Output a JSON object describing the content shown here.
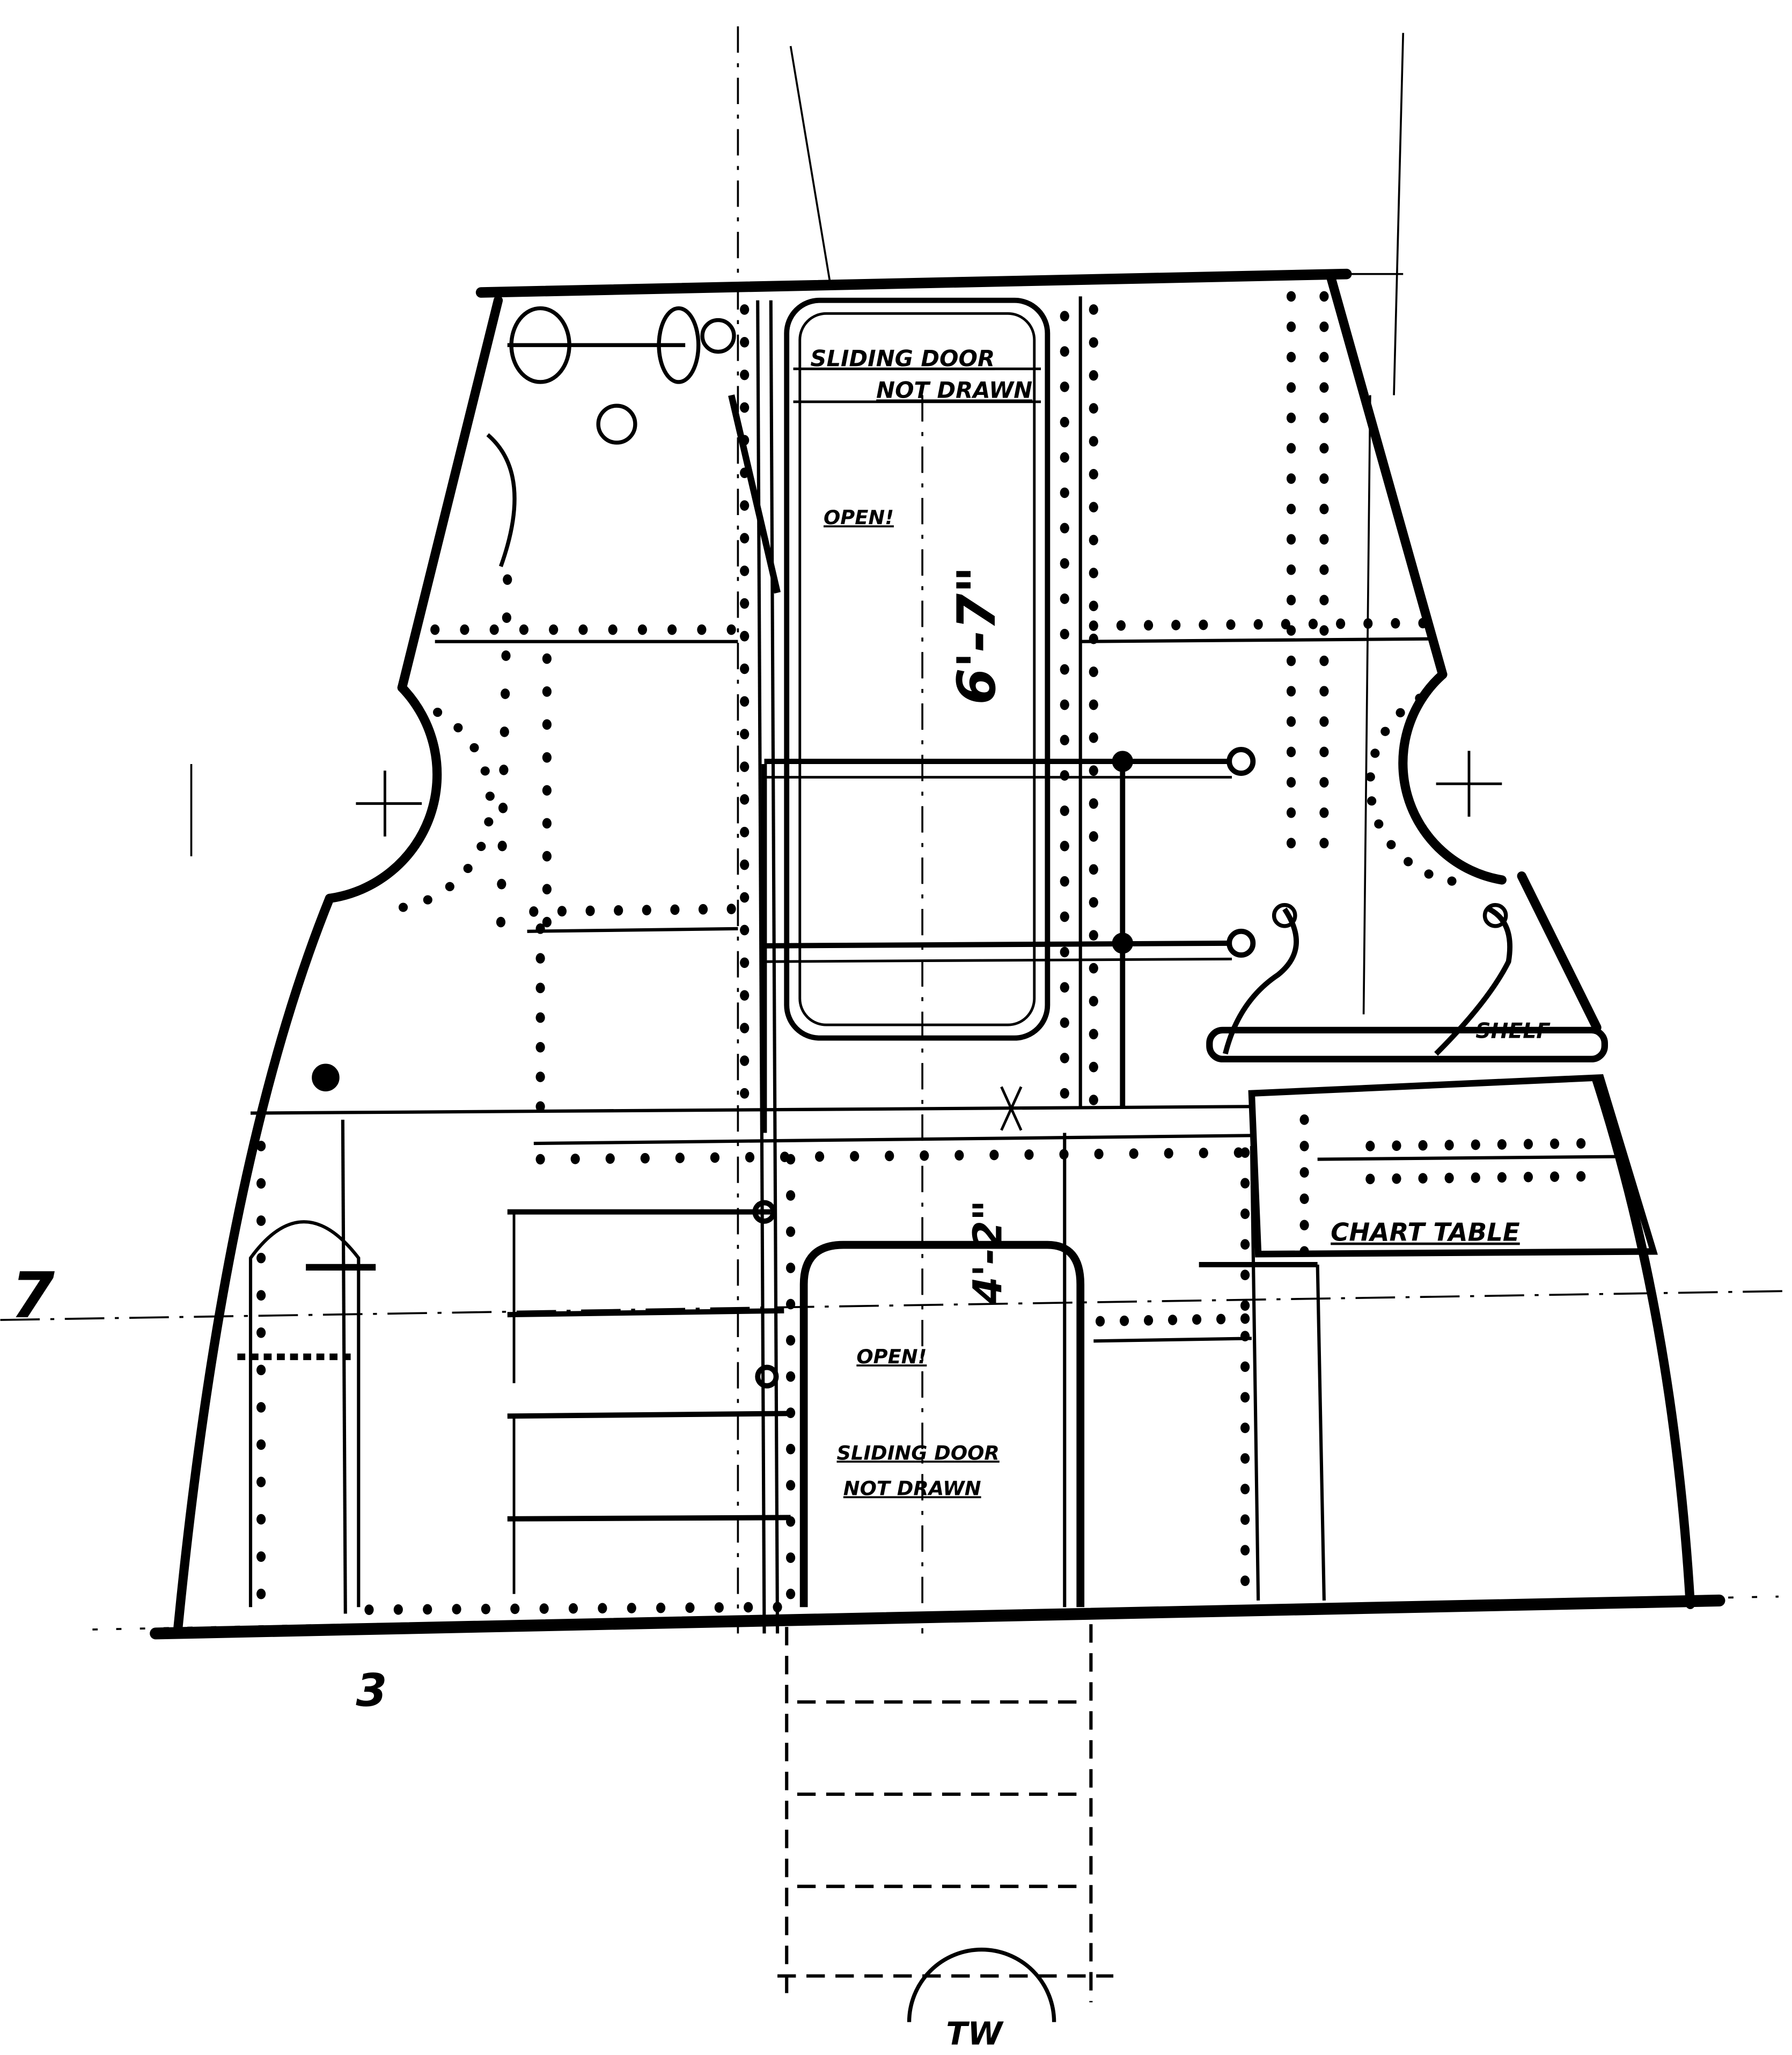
{
  "drawing": {
    "ink_color": "#000000",
    "paper_color": "#ffffff",
    "labels": {
      "upper_door_line1": "SLIDING DOOR",
      "upper_door_line2": "NOT DRAWN",
      "upper_open": "OPEN!",
      "upper_height": "6'-7\"",
      "lower_height": "4'-2\"",
      "lower_open": "OPEN!",
      "lower_door_line1": "SLIDING DOOR",
      "lower_door_line2": "NOT DRAWN",
      "chart_table": "CHART TABLE",
      "shelf": "SHELF",
      "hatch": "TW",
      "left_margin_mark": "7",
      "bottom_mark": "3"
    }
  }
}
